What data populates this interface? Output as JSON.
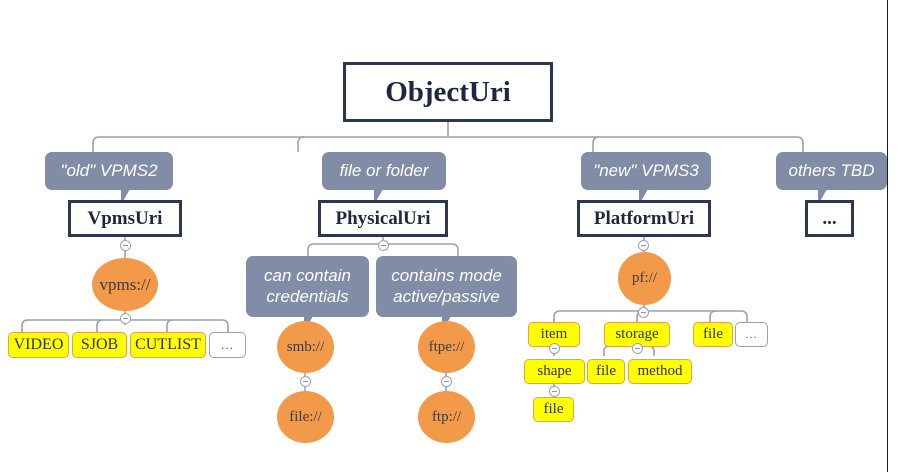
{
  "diagram": {
    "title": "ObjectUri",
    "type": "hierarchy-tree",
    "colors": {
      "class_box_border": "#2b3650",
      "callout_fill": "#818da6",
      "callout_text": "#ffffff",
      "circle_fill": "#f2994a",
      "leaf_fill": "#ffff00",
      "leaf_border": "#e8a33d",
      "connector": "#9aa2b1",
      "background": "#ffffff"
    },
    "root": {
      "label": "ObjectUri"
    },
    "branches": [
      {
        "id": "vpms",
        "callout": "\"old\" VPMS2",
        "class_label": "VpmsUri",
        "scheme": "vpms://",
        "leaves": [
          "VIDEO",
          "SJOB",
          "CUTLIST"
        ],
        "ellipsis": "..."
      },
      {
        "id": "physical",
        "callout": "file or folder",
        "class_label": "PhysicalUri",
        "notes": [
          {
            "line1": "can contain",
            "line2": "credentials",
            "scheme": "smb://",
            "child_scheme": "file://"
          },
          {
            "line1": "contains mode",
            "line2": "active/passive",
            "scheme": "ftpe://",
            "child_scheme": "ftp://"
          }
        ]
      },
      {
        "id": "platform",
        "callout": "\"new\" VPMS3",
        "class_label": "PlatformUri",
        "scheme": "pf://",
        "leaves": [
          {
            "label": "item",
            "children": [
              {
                "label": "shape",
                "children": [
                  {
                    "label": "file"
                  }
                ]
              }
            ]
          },
          {
            "label": "storage",
            "children": [
              {
                "label": "file"
              },
              {
                "label": "method"
              }
            ]
          },
          {
            "label": "file"
          }
        ],
        "ellipsis": "..."
      },
      {
        "id": "others",
        "callout": "others TBD",
        "class_label": "..."
      }
    ]
  }
}
